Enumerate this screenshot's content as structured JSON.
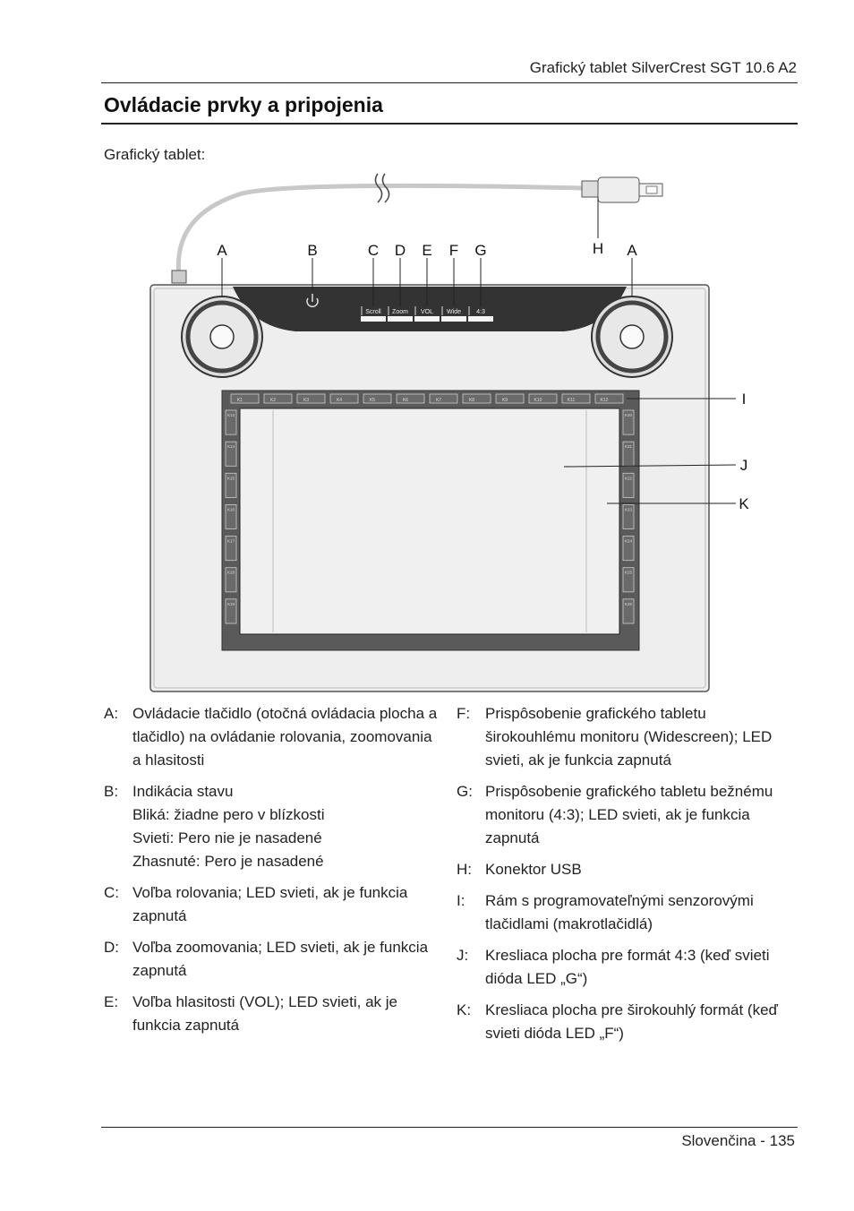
{
  "header": {
    "title": "Grafický tablet SilverCrest SGT 10.6 A2"
  },
  "section_title": "Ovládacie prvky a pripojenia",
  "intro": "Grafický tablet:",
  "figure": {
    "callouts": [
      "A",
      "B",
      "C",
      "D",
      "E",
      "F",
      "G",
      "H",
      "A",
      "I",
      "J",
      "K"
    ],
    "mode_buttons": [
      "Scroll",
      "Zoom",
      "VOL",
      "Wide",
      "4:3"
    ],
    "top_keys": [
      "K1",
      "K2",
      "K3",
      "K4",
      "K5",
      "K6",
      "K7",
      "K8",
      "K9",
      "K10",
      "K11",
      "K12"
    ],
    "left_keys": [
      "K13",
      "K14",
      "K15",
      "K16",
      "K17",
      "K18",
      "K19"
    ],
    "right_keys": [
      "K20",
      "K21",
      "K22",
      "K23",
      "K24",
      "K25",
      "K26"
    ]
  },
  "legend_left": [
    {
      "key": "A:",
      "lines": [
        "Ovládacie tlačidlo (otočná ovládacia plocha a tlačidlo) na ovládanie rolovania, zoomovania a hlasitosti"
      ]
    },
    {
      "key": "B:",
      "lines": [
        "Indikácia stavu",
        "Bliká: žiadne pero v blízkosti",
        "Svieti: Pero nie je nasadené",
        "Zhasnuté: Pero je nasadené"
      ]
    },
    {
      "key": "C:",
      "lines": [
        "Voľba rolovania; LED svieti, ak je funkcia zapnutá"
      ]
    },
    {
      "key": "D:",
      "lines": [
        "Voľba zoomovania; LED svieti, ak je funkcia zapnutá"
      ]
    },
    {
      "key": "E:",
      "lines": [
        "Voľba hlasitosti (VOL); LED svieti, ak je funkcia zapnutá"
      ]
    }
  ],
  "legend_right": [
    {
      "key": "F:",
      "lines": [
        "Prispôsobenie grafického tabletu širokouhlému monitoru (Widescreen); LED svieti, ak je funkcia zapnutá"
      ]
    },
    {
      "key": "G:",
      "lines": [
        "Prispôsobenie grafického tabletu bežnému monitoru (4:3); LED svieti, ak je funkcia zapnutá"
      ]
    },
    {
      "key": "H:",
      "lines": [
        "Konektor USB"
      ]
    },
    {
      "key": "I:",
      "lines": [
        "Rám s programovateľnými senzorovými tlačidlami (makrotlačidlá)"
      ]
    },
    {
      "key": "J:",
      "lines": [
        "Kresliaca plocha pre formát 4:3 (keď svieti dióda LED „G“)"
      ]
    },
    {
      "key": "K:",
      "lines": [
        "Kresliaca plocha pre širokouhlý formát (keď svieti dióda LED „F“)"
      ]
    }
  ],
  "footer": {
    "language": "Slovenčina",
    "separator": "-",
    "page": "135"
  }
}
